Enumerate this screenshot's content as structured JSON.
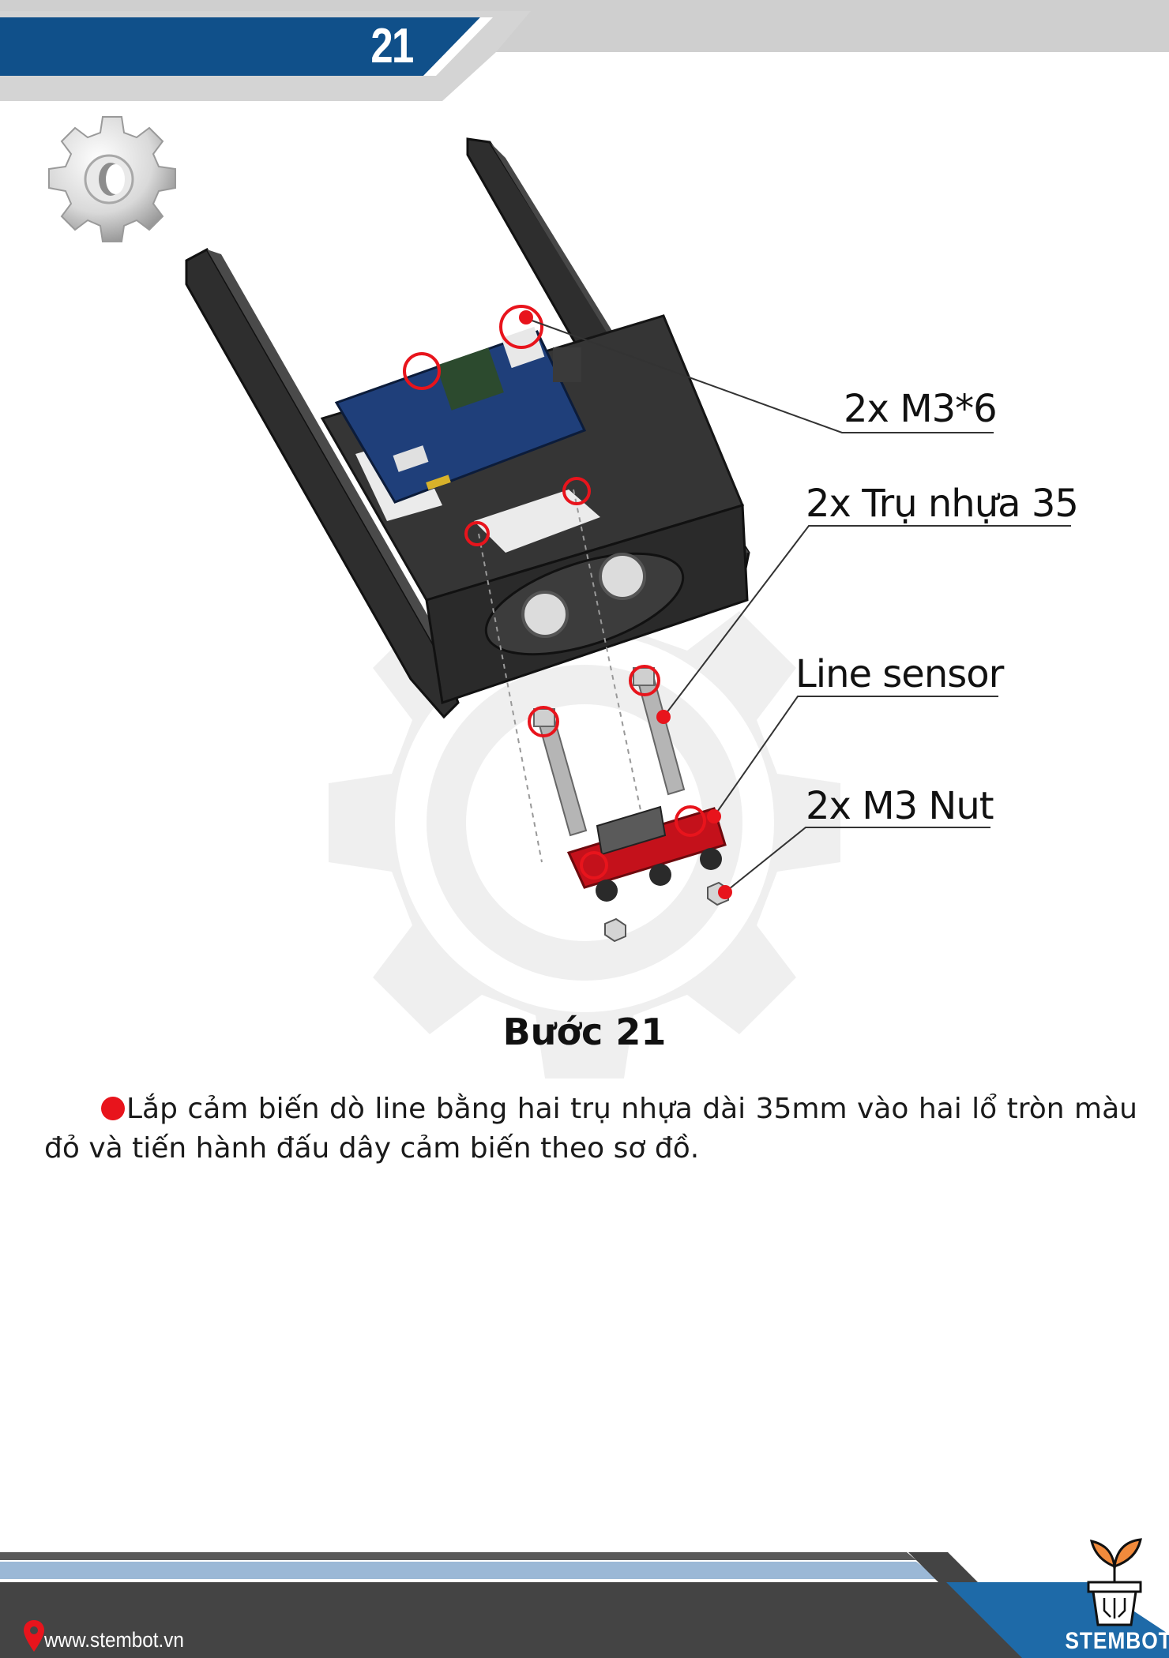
{
  "header": {
    "page_number": "21",
    "colors": {
      "band_blue": "#10508a",
      "band_gray": "#cfcfcf"
    }
  },
  "icons": {
    "settings": "gear-icon",
    "watermark": "gear-watermark-icon",
    "location": "map-pin-icon",
    "brand": "plant-pot-logo-icon"
  },
  "diagram": {
    "callouts": {
      "screw": "2x M3*6",
      "standoff": "2x Trụ nhựa 35",
      "sensor": "Line sensor",
      "nut": "2x M3 Nut"
    },
    "colors": {
      "marker": "#e8141c",
      "frame": "#2b2b2b",
      "board": "#1f3f7a",
      "sensor_board": "#c4111b"
    }
  },
  "step": {
    "title": "Bước 21",
    "body": "Lắp cảm biến dò line bằng hai trụ nhựa dài 35mm vào hai lổ tròn màu đỏ và tiến hành đấu dây cảm biến theo sơ đồ."
  },
  "footer": {
    "url": "www.stembot.vn",
    "brand": "STEMBOT",
    "colors": {
      "bar_dark": "#444444",
      "bar_blue": "#1e6aa8",
      "accent": "#e8141c"
    }
  }
}
